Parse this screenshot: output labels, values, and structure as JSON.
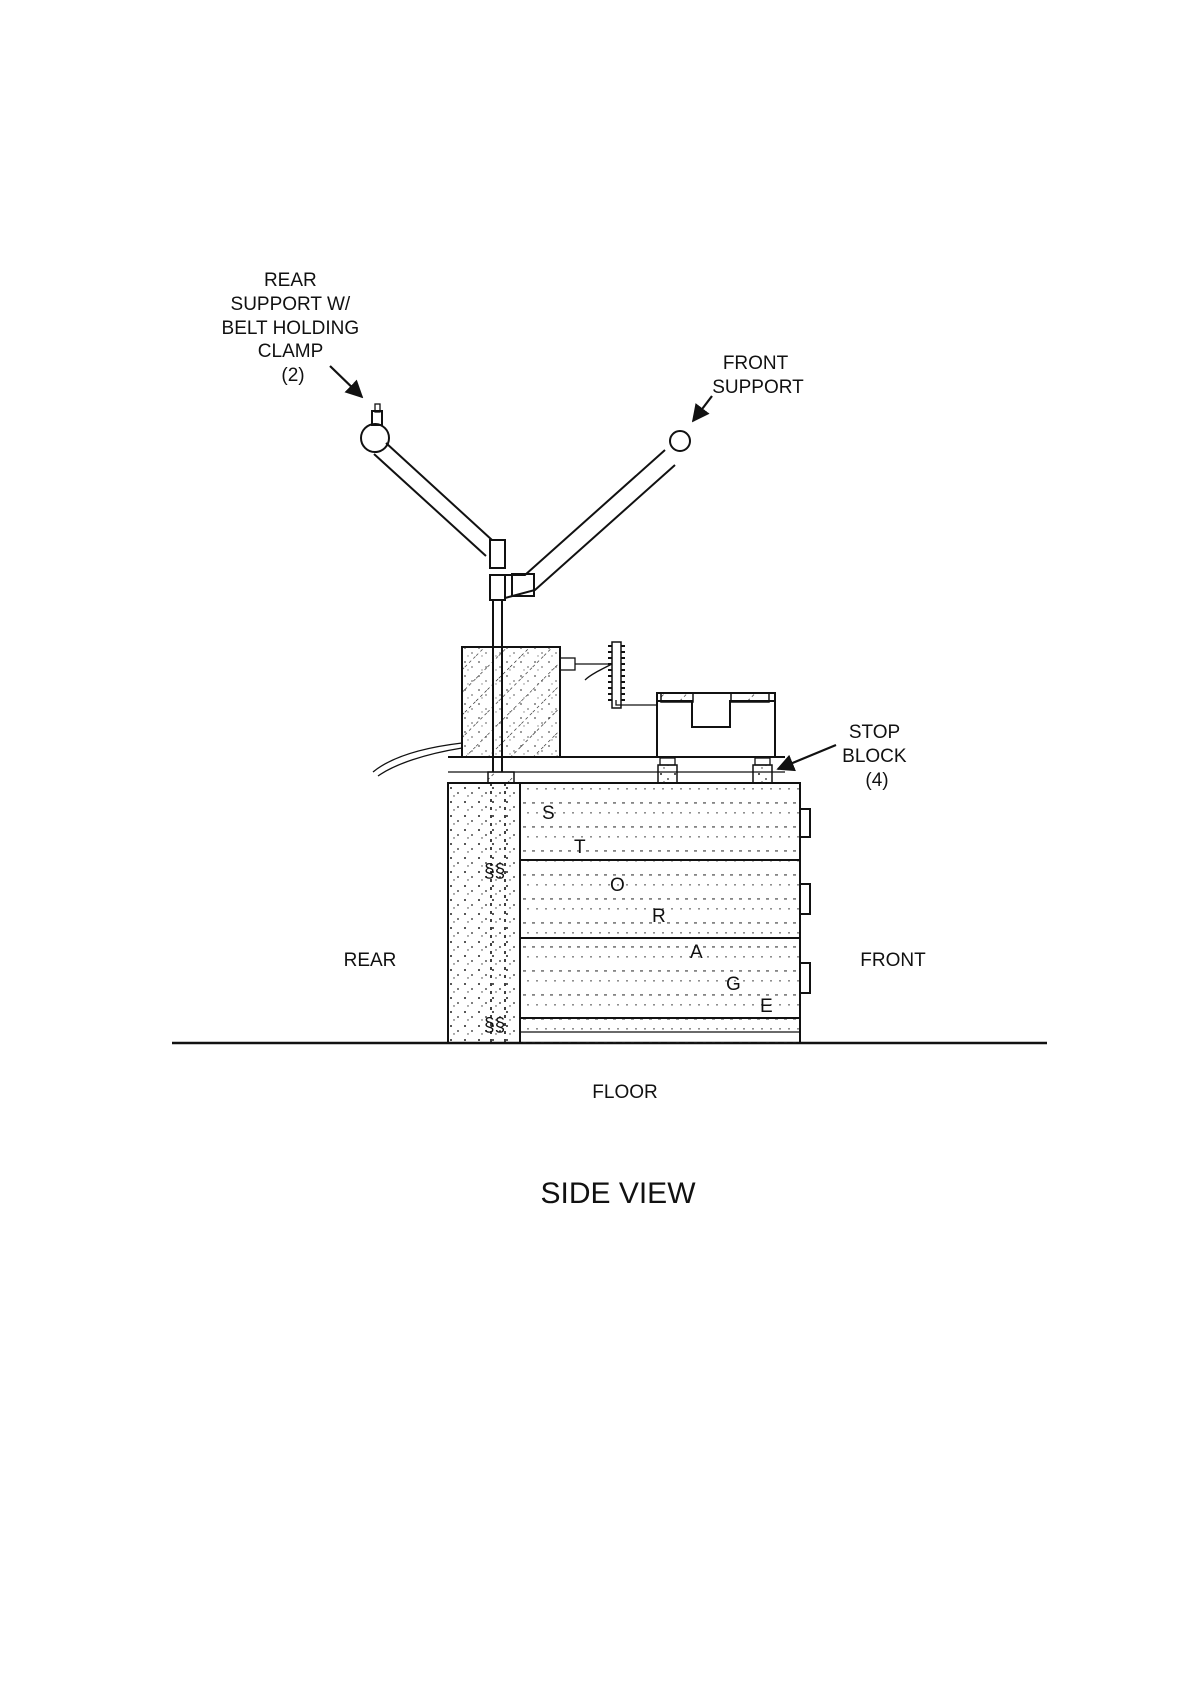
{
  "labels": {
    "rear_support": [
      "REAR",
      "SUPPORT W/",
      "BELT HOLDING",
      "CLAMP",
      "(2)"
    ],
    "front_support": [
      "FRONT",
      "SUPPORT"
    ],
    "stop_block": [
      "STOP",
      "BLOCK",
      "(4)"
    ],
    "rear": "REAR",
    "front": "FRONT",
    "floor": "FLOOR",
    "title": "SIDE VIEW"
  },
  "storage_letters": [
    "S",
    "T",
    "O",
    "R",
    "A",
    "G",
    "E"
  ]
}
